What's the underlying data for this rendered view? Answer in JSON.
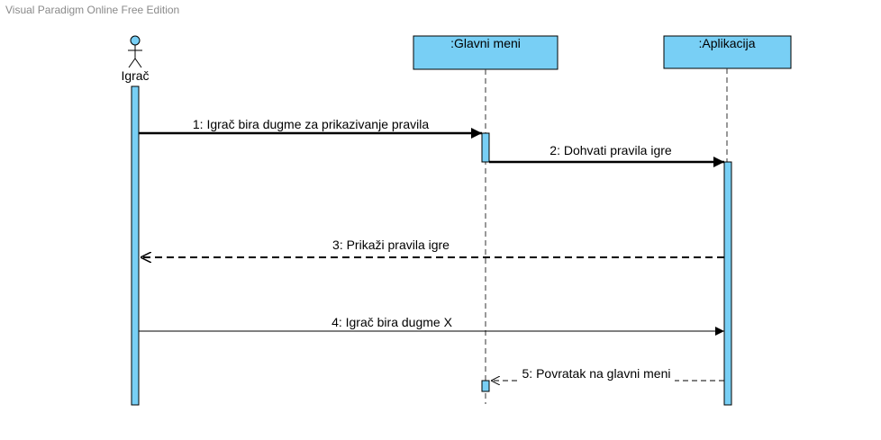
{
  "watermark": "Visual Paradigm Online Free Edition",
  "colors": {
    "fill": "#78cff5",
    "stroke": "#000000",
    "lifeline": "#333333",
    "watermark": "#8a8a8a"
  },
  "actor": {
    "name": "Igrač",
    "icon": "stick-figure-actor-icon"
  },
  "lifelines": [
    {
      "id": "glavni-meni",
      "label": ":Glavni meni"
    },
    {
      "id": "aplikacija",
      "label": ":Aplikacija"
    }
  ],
  "messages": [
    {
      "id": "m1",
      "label": "1: Igrač bira dugme za prikazivanje pravila",
      "from": "actor",
      "to": "glavni-meni",
      "kind": "sync"
    },
    {
      "id": "m2",
      "label": "2: Dohvati pravila igre",
      "from": "glavni-meni",
      "to": "aplikacija",
      "kind": "sync"
    },
    {
      "id": "m3",
      "label": "3: Prikaži pravila igre",
      "from": "aplikacija",
      "to": "actor",
      "kind": "return"
    },
    {
      "id": "m4",
      "label": "4: Igrač bira dugme X",
      "from": "actor",
      "to": "aplikacija",
      "kind": "async"
    },
    {
      "id": "m5",
      "label": "5: Povratak na glavni meni",
      "from": "aplikacija",
      "to": "glavni-meni",
      "kind": "return-light"
    }
  ]
}
